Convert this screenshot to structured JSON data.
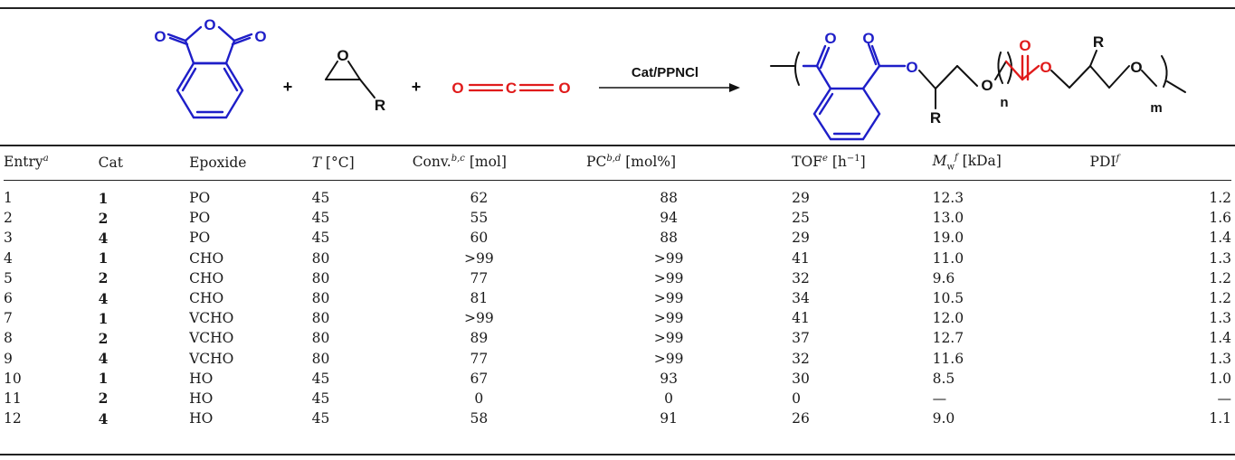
{
  "scheme": {
    "atom_O": "O",
    "atom_C": "C",
    "atom_R": "R",
    "plus": "+",
    "catalyst_label": "Cat/PPNCl",
    "repeat_n": "n",
    "repeat_m": "m",
    "colors": {
      "anhydride": "#1e1ec8",
      "co2": "#e01b1b",
      "bond": "#111111"
    }
  },
  "table": {
    "headers": {
      "entry": "Entry",
      "entry_sup": "a",
      "cat": "Cat",
      "epoxide": "Epoxide",
      "temp_var": "T",
      "temp_unit": "[°C]",
      "conv": "Conv.",
      "conv_sup": "b,c",
      "conv_unit": "[mol]",
      "pc": "PC",
      "pc_sup": "b,d",
      "pc_unit": "[mol%]",
      "tof": "TOF",
      "tof_sup": "e",
      "tof_unit": "[h",
      "tof_exp": "−1",
      "tof_close": "]",
      "mw_var": "M",
      "mw_sub": "w",
      "mw_sup": "f",
      "mw_unit": "[kDa]",
      "pdi": "PDI",
      "pdi_sup": "f"
    },
    "rows": [
      {
        "entry": "1",
        "cat": "1",
        "epoxide": "PO",
        "t": "45",
        "conv": "62",
        "pc": "88",
        "tof": "29",
        "mw": "12.3",
        "pdi": "1.2"
      },
      {
        "entry": "2",
        "cat": "2",
        "epoxide": "PO",
        "t": "45",
        "conv": "55",
        "pc": "94",
        "tof": "25",
        "mw": "13.0",
        "pdi": "1.6"
      },
      {
        "entry": "3",
        "cat": "4",
        "epoxide": "PO",
        "t": "45",
        "conv": "60",
        "pc": "88",
        "tof": "29",
        "mw": "19.0",
        "pdi": "1.4"
      },
      {
        "entry": "4",
        "cat": "1",
        "epoxide": "CHO",
        "t": "80",
        "conv": ">99",
        "pc": ">99",
        "tof": "41",
        "mw": "11.0",
        "pdi": "1.3"
      },
      {
        "entry": "5",
        "cat": "2",
        "epoxide": "CHO",
        "t": "80",
        "conv": "77",
        "pc": ">99",
        "tof": "32",
        "mw": "9.6",
        "pdi": "1.2"
      },
      {
        "entry": "6",
        "cat": "4",
        "epoxide": "CHO",
        "t": "80",
        "conv": "81",
        "pc": ">99",
        "tof": "34",
        "mw": "10.5",
        "pdi": "1.2"
      },
      {
        "entry": "7",
        "cat": "1",
        "epoxide": "VCHO",
        "t": "80",
        "conv": ">99",
        "pc": ">99",
        "tof": "41",
        "mw": "12.0",
        "pdi": "1.3"
      },
      {
        "entry": "8",
        "cat": "2",
        "epoxide": "VCHO",
        "t": "80",
        "conv": "89",
        "pc": ">99",
        "tof": "37",
        "mw": "12.7",
        "pdi": "1.4"
      },
      {
        "entry": "9",
        "cat": "4",
        "epoxide": "VCHO",
        "t": "80",
        "conv": "77",
        "pc": ">99",
        "tof": "32",
        "mw": "11.6",
        "pdi": "1.3"
      },
      {
        "entry": "10",
        "cat": "1",
        "epoxide": "HO",
        "t": "45",
        "conv": "67",
        "pc": "93",
        "tof": "30",
        "mw": "8.5",
        "pdi": "1.0"
      },
      {
        "entry": "11",
        "cat": "2",
        "epoxide": "HO",
        "t": "45",
        "conv": "0",
        "pc": "0",
        "tof": "0",
        "mw": "—",
        "pdi": "—"
      },
      {
        "entry": "12",
        "cat": "4",
        "epoxide": "HO",
        "t": "45",
        "conv": "58",
        "pc": "91",
        "tof": "26",
        "mw": "9.0",
        "pdi": "1.1"
      }
    ]
  }
}
